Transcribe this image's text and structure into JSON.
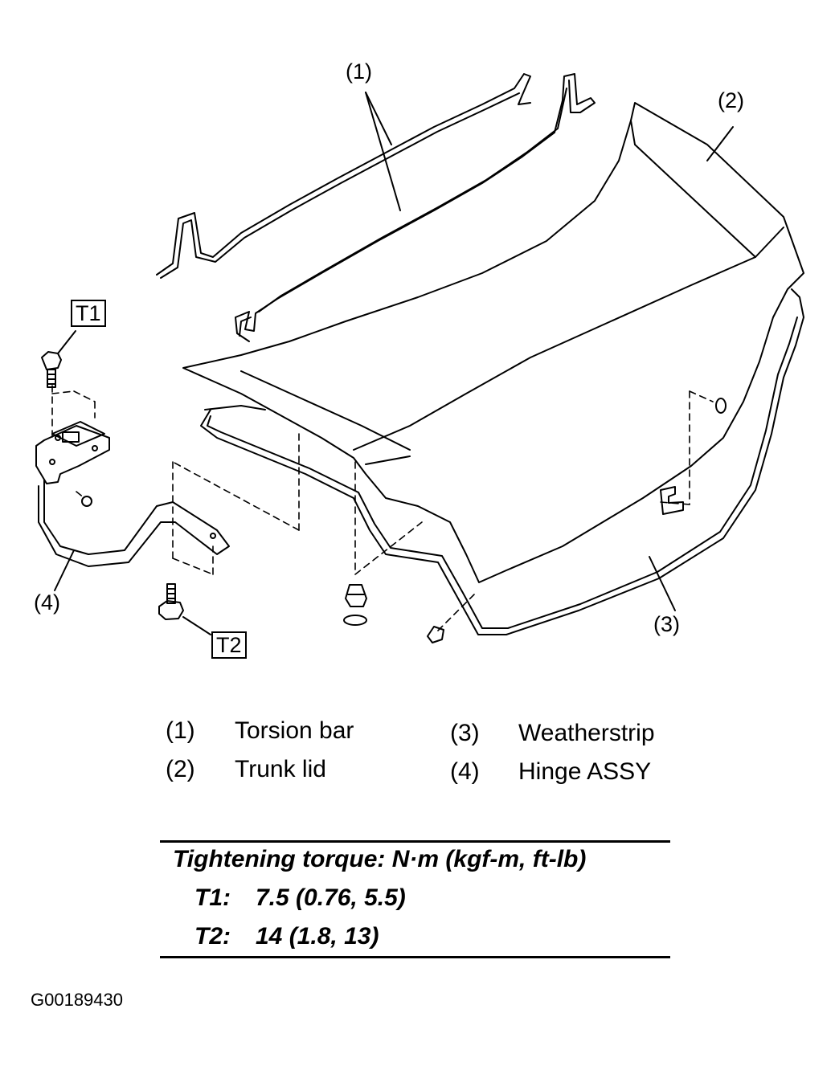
{
  "callouts": {
    "c1": "(1)",
    "c2": "(2)",
    "c3": "(3)",
    "c4": "(4)",
    "t1": "T1",
    "t2": "T2"
  },
  "legend": [
    {
      "num": "(1)",
      "name": "Torsion bar"
    },
    {
      "num": "(2)",
      "name": "Trunk lid"
    },
    {
      "num": "(3)",
      "name": "Weatherstrip"
    },
    {
      "num": "(4)",
      "name": "Hinge ASSY"
    }
  ],
  "torque": {
    "heading": "Tightening torque: N·m (kgf-m, ft-lb)",
    "rows": [
      {
        "label": "T1:",
        "value": "7.5 (0.76, 5.5)"
      },
      {
        "label": "T2:",
        "value": "14 (1.8, 13)"
      }
    ]
  },
  "figure_id": "G00189430"
}
